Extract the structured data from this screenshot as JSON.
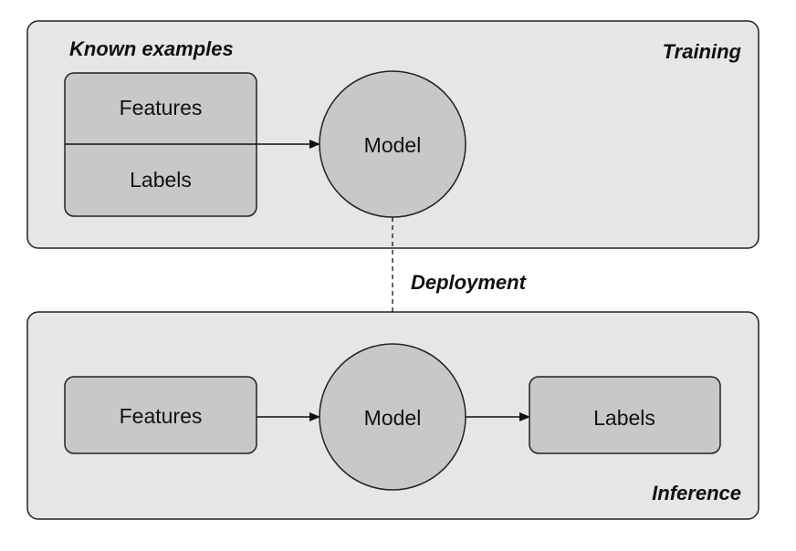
{
  "training": {
    "title": "Training",
    "known_examples": "Known examples",
    "features": "Features",
    "labels": "Labels",
    "model": "Model"
  },
  "deployment": {
    "label": "Deployment"
  },
  "inference": {
    "title": "Inference",
    "features": "Features",
    "model": "Model",
    "labels": "Labels"
  }
}
